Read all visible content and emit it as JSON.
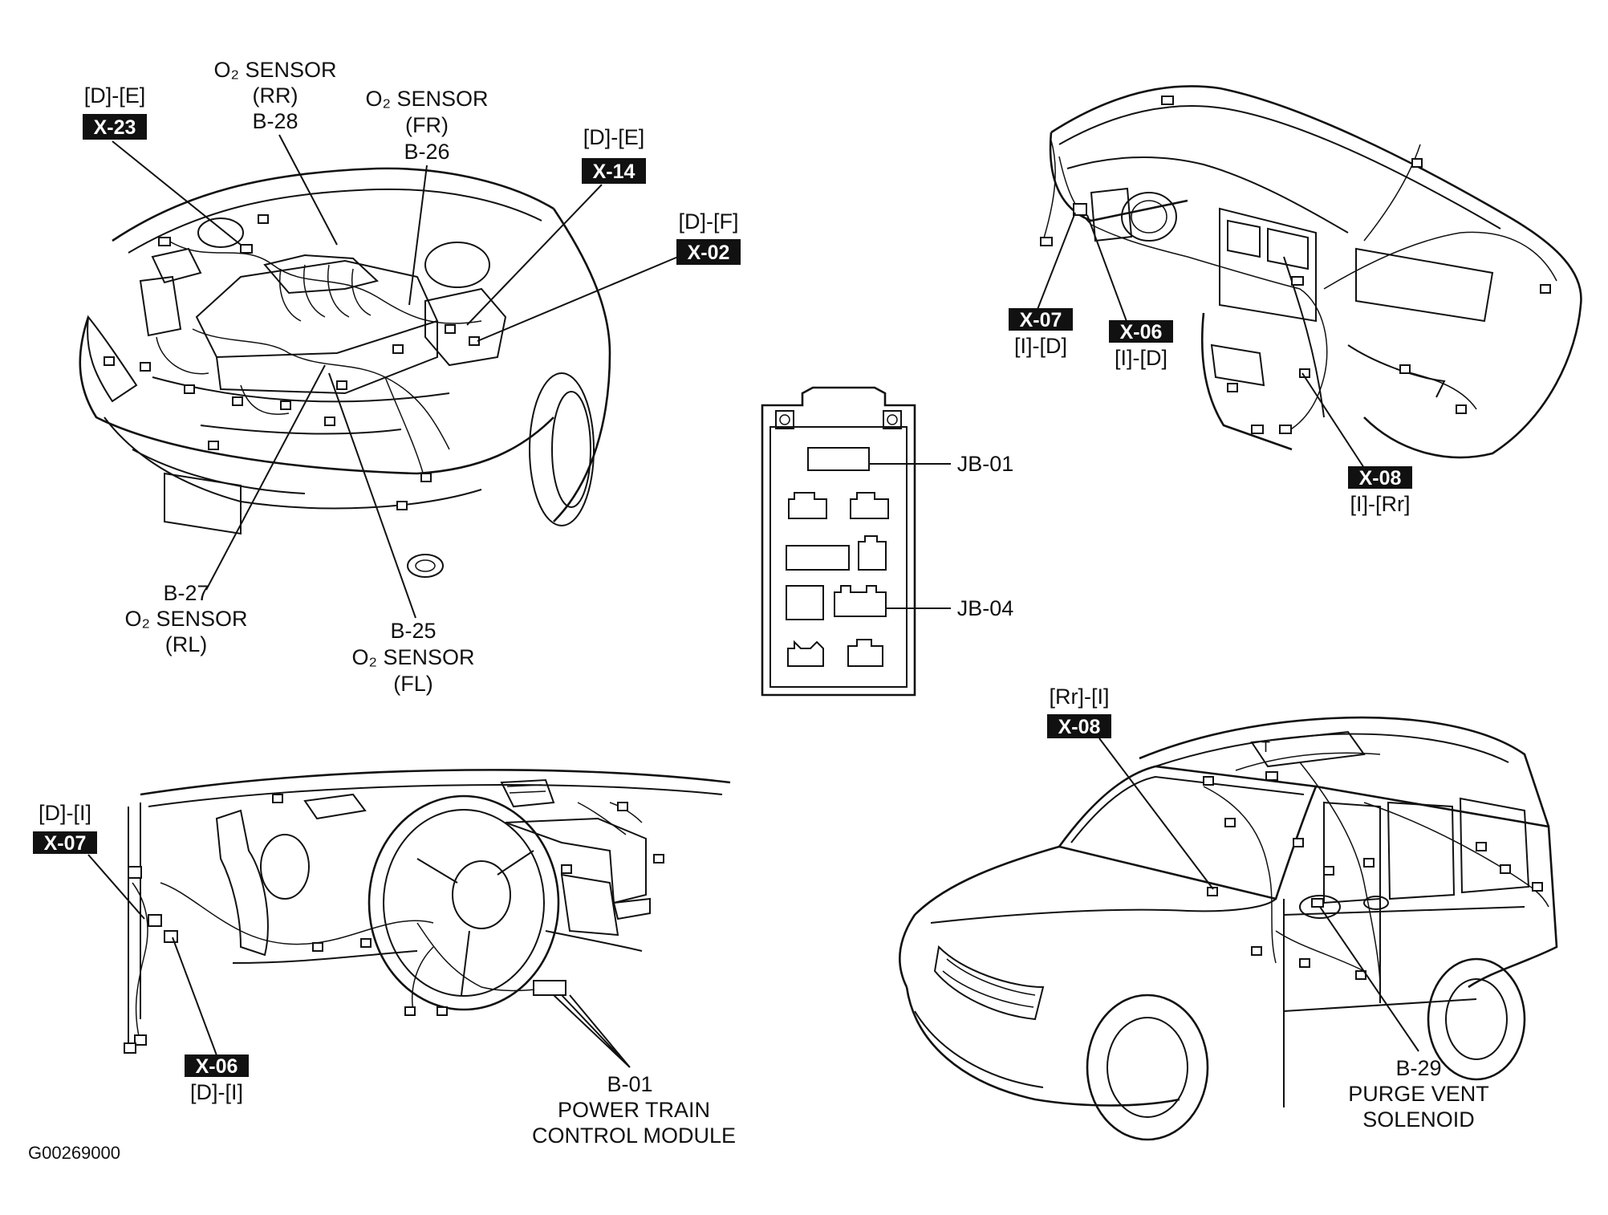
{
  "figure_id": "G00269000",
  "engine_view": {
    "x23": {
      "loc": "[D]-[E]",
      "tag": "X-23"
    },
    "o2_rr": {
      "line1": "O₂ SENSOR",
      "line2": "(RR)",
      "line3": "B-28"
    },
    "o2_fr": {
      "line1": "O₂ SENSOR",
      "line2": "(FR)",
      "line3": "B-26"
    },
    "x14": {
      "loc": "[D]-[E]",
      "tag": "X-14"
    },
    "x02": {
      "loc": "[D]-[F]",
      "tag": "X-02"
    },
    "o2_rl": {
      "line1": "B-27",
      "line2": "O₂ SENSOR",
      "line3": "(RL)"
    },
    "o2_fl": {
      "line1": "B-25",
      "line2": "O₂ SENSOR",
      "line3": "(FL)"
    }
  },
  "junction_box": {
    "jb01": "JB-01",
    "jb04": "JB-04"
  },
  "dash_view": {
    "x07": {
      "tag": "X-07",
      "loc": "[I]-[D]"
    },
    "x06": {
      "tag": "X-06",
      "loc": "[I]-[D]"
    },
    "x08": {
      "tag": "X-08",
      "loc": "[I]-[Rr]"
    }
  },
  "steering_view": {
    "x07": {
      "loc": "[D]-[I]",
      "tag": "X-07"
    },
    "x06": {
      "tag": "X-06",
      "loc": "[D]-[I]"
    },
    "pcm": {
      "line1": "B-01",
      "line2": "POWER TRAIN",
      "line3": "CONTROL MODULE"
    }
  },
  "van_view": {
    "x08": {
      "loc": "[Rr]-[I]",
      "tag": "X-08"
    },
    "purge": {
      "line1": "B-29",
      "line2": "PURGE VENT",
      "line3": "SOLENOID"
    },
    "roof_mark": "T"
  }
}
